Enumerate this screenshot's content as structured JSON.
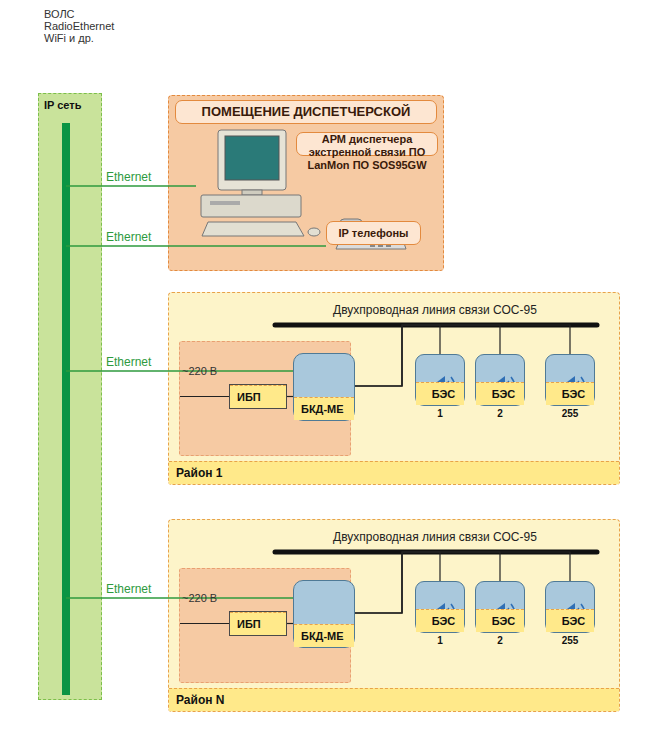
{
  "diagram": {
    "nodes": [
      {
        "text": [
          "IP сеть"
        ]
      },
      {
        "text": [
          "ПОМЕЩЕНИЕ ДИСПЕТЧЕРСКОЙ"
        ]
      },
      {
        "text": [
          "АРМ диспетчера экстренной связи ПО LanMon ПО SOS95GW"
        ],
        "in": 1
      },
      {
        "text": [
          "IP телефоны"
        ],
        "in": 1
      },
      {
        "text": [
          "Район 1"
        ]
      },
      {
        "text": [
          "БКД-МЕ"
        ],
        "in": 4
      },
      {
        "text": [
          "ИБП"
        ],
        "in": 4
      },
      {
        "text": [
          "БЭС",
          "1"
        ],
        "in": 4
      },
      {
        "text": [
          "БЭС",
          "2"
        ],
        "in": 4
      },
      {
        "text": [
          "БЭС",
          "255"
        ],
        "in": 4
      },
      {
        "text": [
          "Район N"
        ]
      },
      {
        "text": [
          "БКД-МЕ"
        ],
        "in": 10
      },
      {
        "text": [
          "ИБП"
        ],
        "in": 10
      },
      {
        "text": [
          "БЭС",
          "1"
        ],
        "in": 10
      },
      {
        "text": [
          "БЭС",
          "2"
        ],
        "in": 10
      },
      {
        "text": [
          "БЭС",
          "255"
        ],
        "in": 10
      }
    ],
    "edges": [
      {
        "from": 0,
        "to": 2,
        "label": "Ethernet",
        "arrow": "none"
      },
      {
        "from": 0,
        "to": 3,
        "label": "Ethernet",
        "arrow": "none"
      },
      {
        "from": 0,
        "to": 5,
        "label": "Ethernet",
        "arrow": "none"
      },
      {
        "from": 6,
        "to": 5,
        "arrow": "none"
      },
      {
        "from": 5,
        "to": 7,
        "arrow": "none"
      },
      {
        "from": 5,
        "to": 8,
        "arrow": "none"
      },
      {
        "from": 5,
        "to": 9,
        "arrow": "none"
      },
      {
        "from": 0,
        "to": 11,
        "label": "Ethernet",
        "arrow": "none"
      },
      {
        "from": 12,
        "to": 11,
        "arrow": "none"
      },
      {
        "from": 11,
        "to": 13,
        "arrow": "none"
      },
      {
        "from": 11,
        "to": 14,
        "arrow": "none"
      },
      {
        "from": 11,
        "to": 15,
        "arrow": "none"
      }
    ],
    "labels": [
      "ВОЛС RadioEthernet WiFi и др.",
      "Двухпроводная линия связи СОС-95",
      "~220 В",
      "Двухпроводная линия связи СОС-95",
      "~220 В"
    ]
  }
}
